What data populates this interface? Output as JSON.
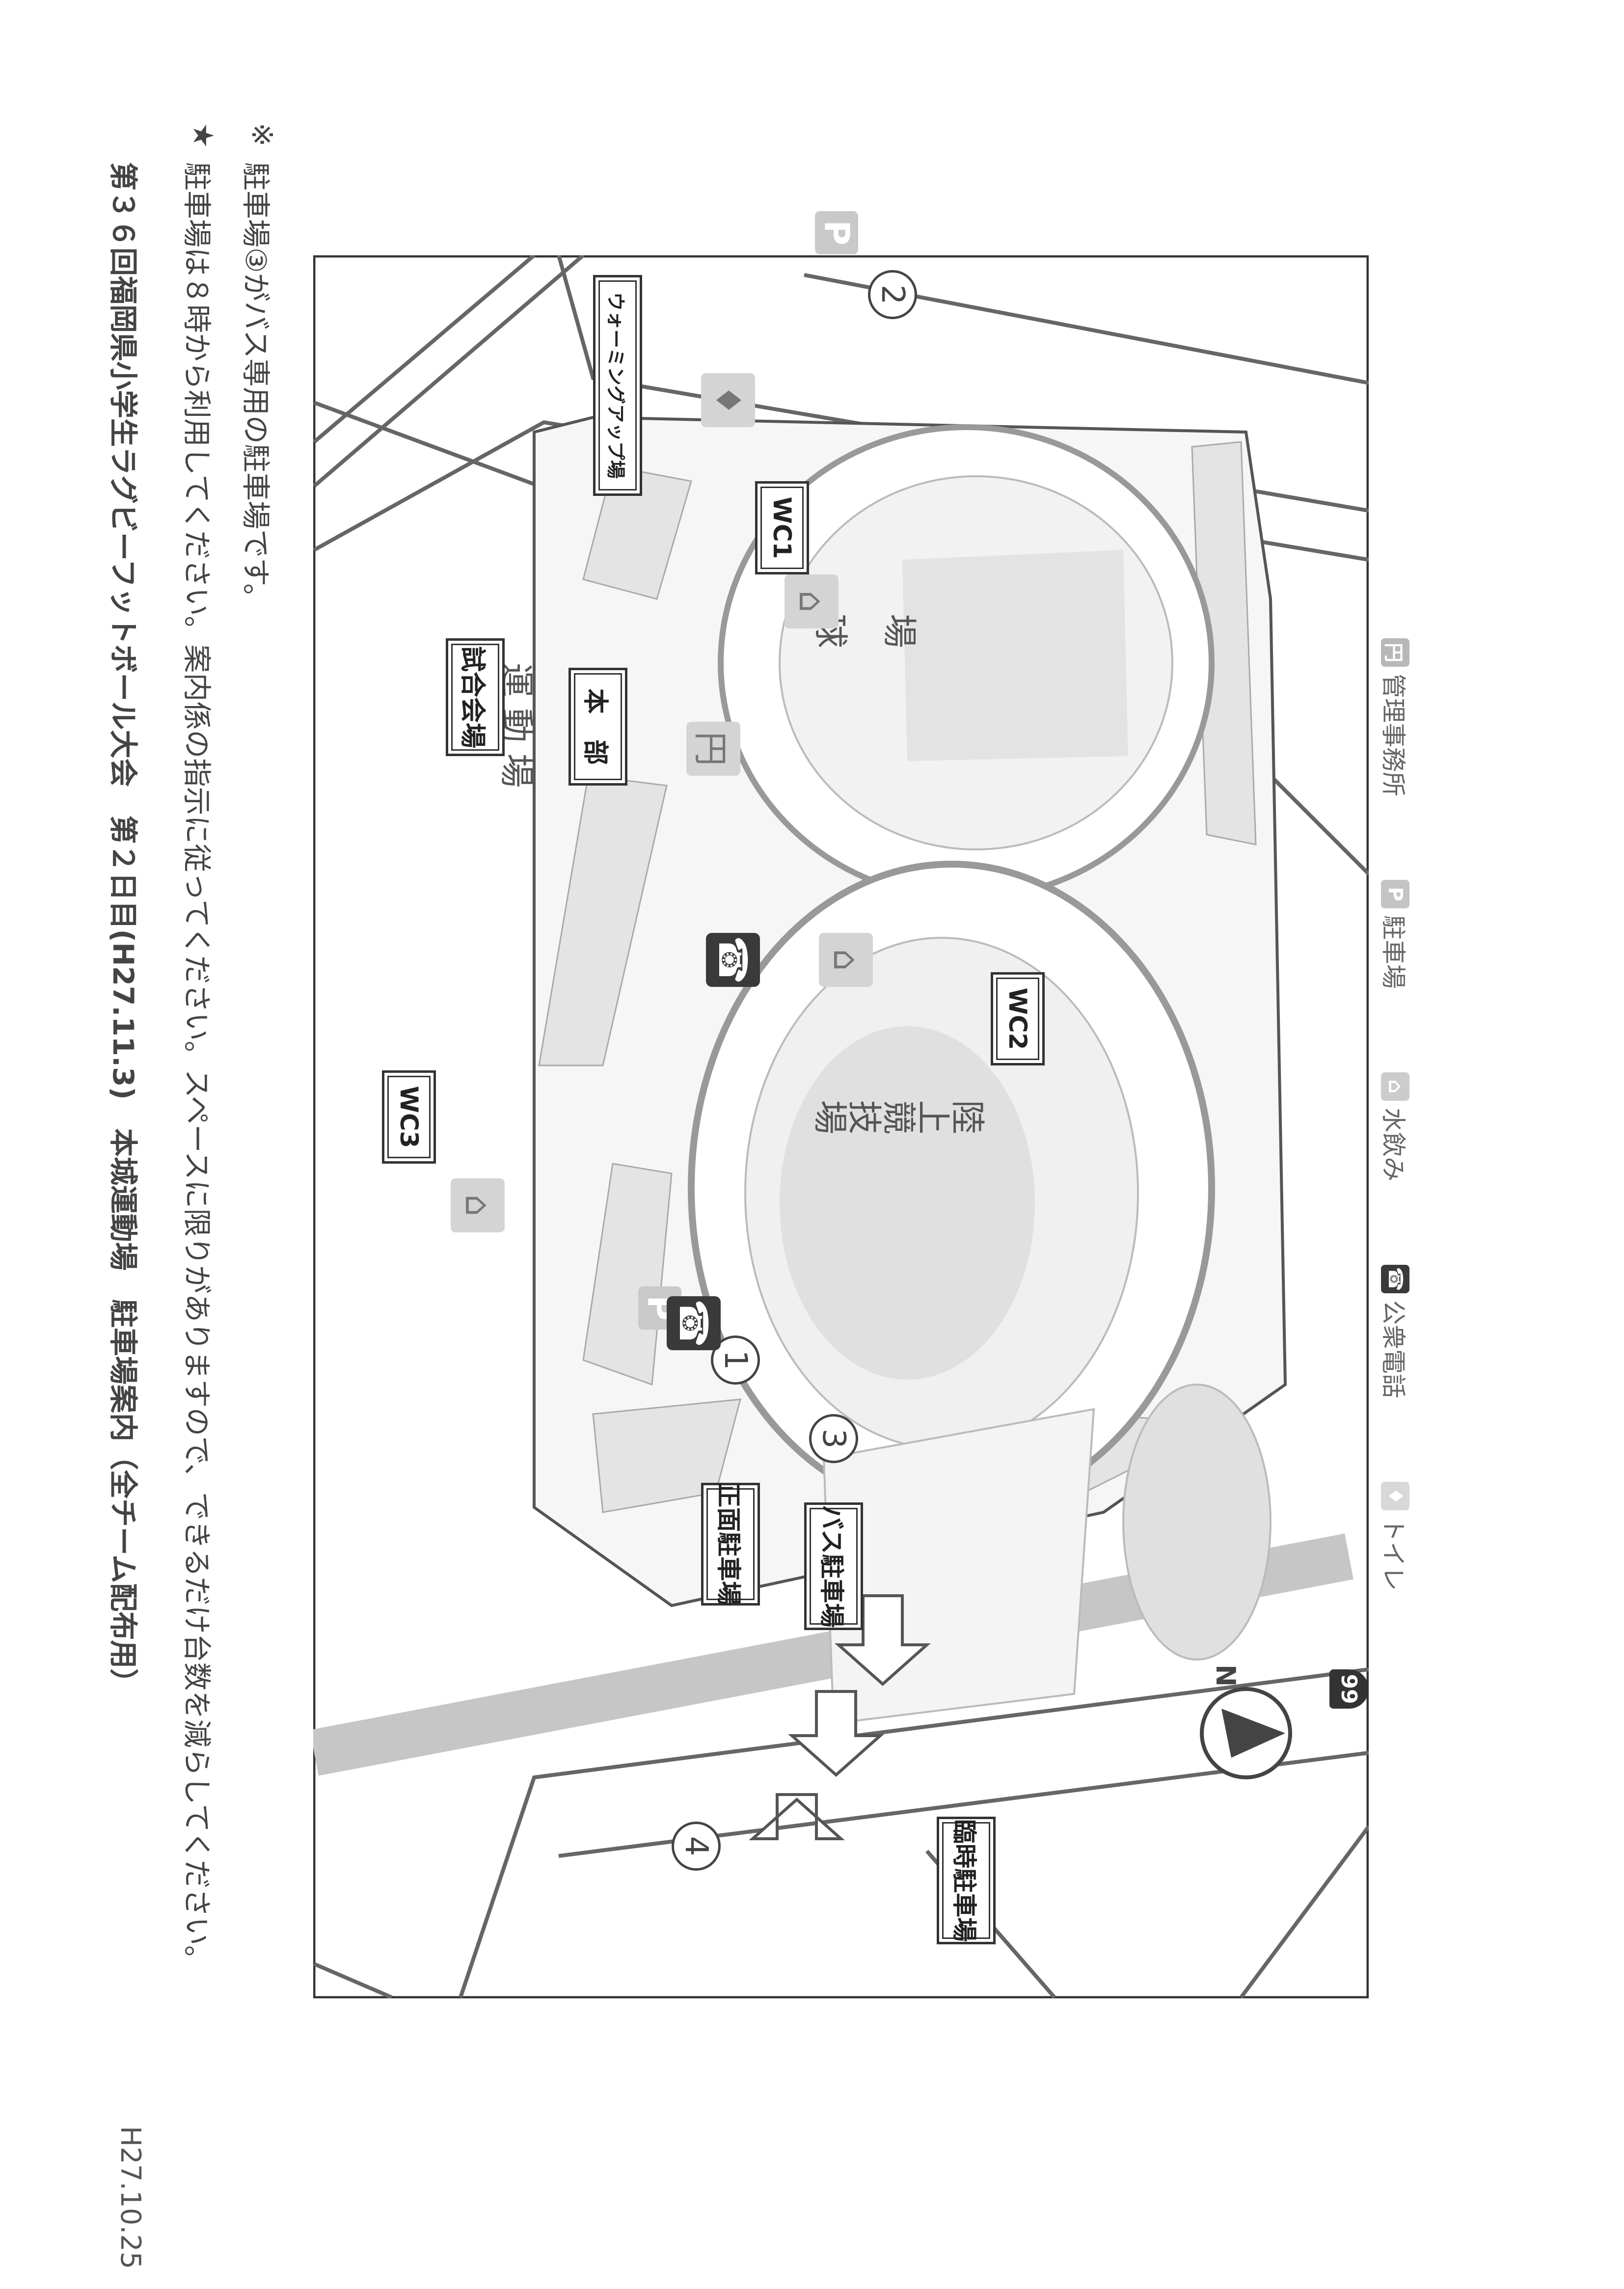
{
  "header": {
    "title": "第３６回福岡県小学生ラグビーフットボール大会　第２日目(H27.11.3)　本城運動場　駐車場案内（全チーム配布用）",
    "date": "H27.10.25"
  },
  "notes": [
    {
      "mark": "★",
      "text": "駐車場は８時から利用してください。案内係の指示に従ってください。スペースに限りがありますので、できるだけ台数を減らしてください。"
    },
    {
      "mark": "※",
      "text": "駐車場③がバス専用の駐車場です。"
    }
  ],
  "map": {
    "compass_label": "N",
    "route_number": "99",
    "venues": {
      "stadium": "陸上競技場",
      "baseball_chars": [
        "球",
        "場"
      ],
      "field": "運 動 場"
    },
    "boxed_labels": {
      "bus_parking": "バス駐車場",
      "front_parking": "正面駐車場",
      "temp_parking": "臨時駐車場",
      "hq": "本　部",
      "match_venue": "試合会場",
      "warmup": "ウォーミングアップ場",
      "wc1": "WC1",
      "wc2": "WC2",
      "wc3": "WC3"
    },
    "parking_numbers": {
      "p1": "1",
      "p2": "2",
      "p3": "3",
      "p4": "4"
    },
    "icons": {
      "parking": "P",
      "phone": "phone-icon",
      "fountain": "fountain-icon",
      "office": "office-icon",
      "toilet": "toilet-icon"
    }
  },
  "legend": {
    "items": [
      {
        "label": "管理事務所",
        "icon": "office-icon",
        "glyph": "円",
        "color": "#b8b8b8"
      },
      {
        "label": "駐車場",
        "icon": "parking-icon",
        "glyph": "P",
        "color": "#c4c4c4"
      },
      {
        "label": "水飲み",
        "icon": "fountain-icon",
        "glyph": "⌂",
        "color": "#cccccc"
      },
      {
        "label": "公衆電話",
        "icon": "phone-icon",
        "glyph": "☎",
        "color": "#3a3a3a"
      },
      {
        "label": "トイレ",
        "icon": "toilet-icon",
        "glyph": "♦",
        "color": "#d8d8d8"
      }
    ]
  },
  "colors": {
    "road": "#bdbdbd",
    "ink": "#333333",
    "area": "#e6e6e6"
  }
}
